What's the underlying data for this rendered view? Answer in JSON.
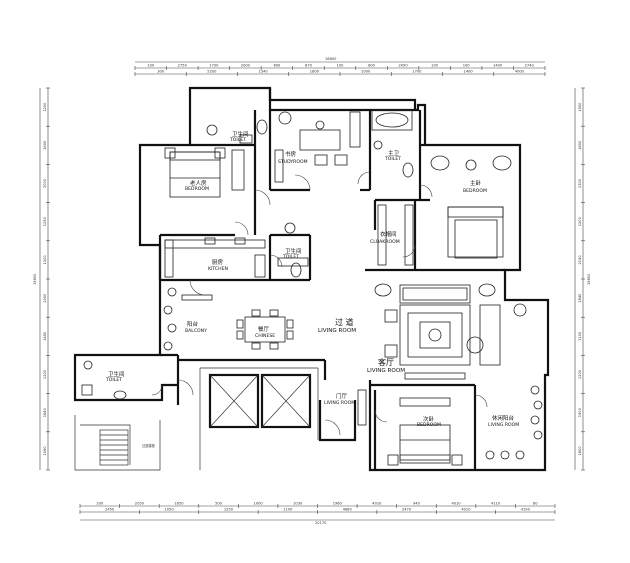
{
  "rooms": {
    "bath_nw": {
      "cn": "卫生间",
      "en": "TOILET"
    },
    "elder_bed": {
      "cn": "老人房",
      "en": "BEDROOM"
    },
    "study": {
      "cn": "书房",
      "en": "STUDYROOM"
    },
    "master_bath": {
      "cn": "主卫",
      "en": "TOILET"
    },
    "master_bed": {
      "cn": "主卧",
      "en": "BEDROOM"
    },
    "kitchen": {
      "cn": "厨房",
      "en": "KITCHEN"
    },
    "guest_bath": {
      "cn": "卫生间",
      "en": "TOILET"
    },
    "cloakroom": {
      "cn": "衣帽间",
      "en": "CLOAKROOM"
    },
    "balcony": {
      "cn": "阳台",
      "en": "BALCONY"
    },
    "dining": {
      "cn": "餐厅",
      "en": "CHINESE"
    },
    "corridor": {
      "cn": "过 道",
      "en": "LIVING ROOM"
    },
    "living": {
      "cn": "客厅",
      "en": "LIVING ROOM"
    },
    "foyer": {
      "cn": "门厅",
      "en": "LIVING ROOM"
    },
    "bath_sw": {
      "cn": "卫生间",
      "en": "TOILET"
    },
    "second_bed": {
      "cn": "次卧",
      "en": "BEDROOM"
    },
    "leisure_balcony": {
      "cn": "休闲阳台",
      "en": "LIVING ROOM"
    },
    "stair": {
      "cn": "过道楼梯",
      "en": ""
    }
  },
  "dims": {
    "top_total": "16600",
    "top_row1": [
      "100",
      "2750",
      "1700",
      "2000",
      "600",
      "870",
      "100",
      "600",
      "2090",
      "100",
      "100",
      "1400",
      "2740"
    ],
    "top_row2": [
      "300",
      "5200",
      "1340",
      "1800",
      "1000",
      "1700",
      "1400",
      "4000"
    ],
    "bottom_row1": [
      "200",
      "2050",
      "1650",
      "500",
      "1000",
      "1030",
      "1960",
      "4010",
      "940",
      "4010",
      "4110",
      "80"
    ],
    "bottom_row2": [
      "2450",
      "1050",
      "1250",
      "1190",
      "4680",
      "2470",
      "4010",
      "4190"
    ],
    "bottom_total": "20170",
    "left_total": "15800",
    "left_row": [
      "1200",
      "1600",
      "3000",
      "1250",
      "1300",
      "2000",
      "1450",
      "1200",
      "1640",
      "1060"
    ],
    "right_total": "15800",
    "right_row": [
      "1500",
      "1800",
      "1300",
      "1200",
      "2150",
      "1840",
      "1100",
      "1200",
      "1900",
      "1800"
    ]
  }
}
